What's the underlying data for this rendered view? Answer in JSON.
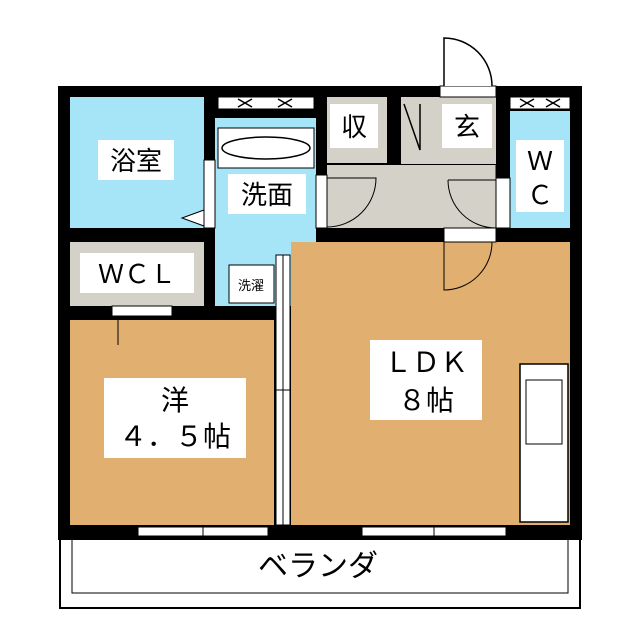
{
  "colors": {
    "wall": "#000000",
    "bath": "#a6e4f7",
    "wood": "#e1b070",
    "tile": "#d4d2c8",
    "closet": "#d4d2c8",
    "white": "#ffffff"
  },
  "rooms": {
    "bath": {
      "label": "浴室"
    },
    "washroom": {
      "label": "洗面"
    },
    "storage": {
      "label": "収"
    },
    "entrance": {
      "label": "玄"
    },
    "toilet": {
      "line1": "Ｗ",
      "line2": "Ｃ"
    },
    "wcl": {
      "label": "ＷＣＬ"
    },
    "laundry": {
      "label": "洗濯"
    },
    "ldk": {
      "line1": "ＬＤＫ",
      "line2": "８帖"
    },
    "western": {
      "line1": "洋",
      "line2": "４．５帖"
    },
    "veranda": {
      "label": "ベランダ"
    }
  }
}
